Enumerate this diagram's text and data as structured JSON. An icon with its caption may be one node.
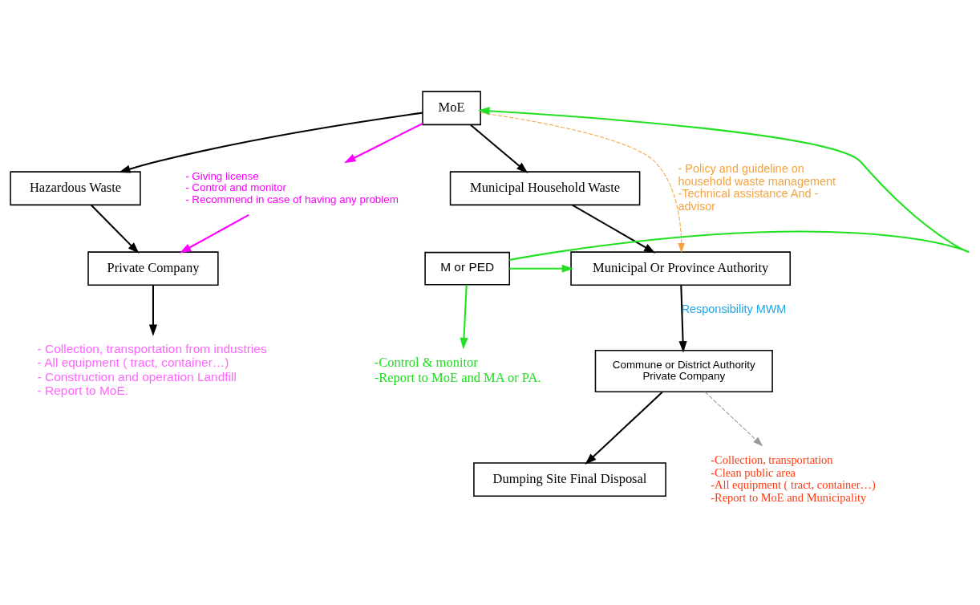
{
  "diagram": {
    "nodes": [
      {
        "text": [
          "MoE"
        ]
      },
      {
        "text": [
          "Municipal Household Waste"
        ]
      },
      {
        "text": [
          "Hazardous Waste"
        ]
      },
      {
        "text": [
          "Municipal Or Province Authority"
        ]
      },
      {
        "text": [
          "M or PED"
        ]
      },
      {
        "text": [
          "Private Company"
        ]
      },
      {
        "text": [
          "Commune or District Authority",
          "Private Company"
        ]
      },
      {
        "text": [
          "Dumping Site Final Disposal"
        ]
      },
      {
        "text": [
          "- Giving license",
          "- Control and monitor",
          "- Recommend in case of having any problem"
        ]
      },
      {
        "text": [
          "-Control & monitor",
          "-Report to MoE and MA or PA."
        ]
      },
      {
        "text": [
          "-Collection, transportation",
          "-Clean public area",
          "-All equipment ( tract, container…)",
          "-Report to MoE and Municipality"
        ]
      },
      {
        "text": [
          "- Collection, transportation from industries",
          "- All equipment ( tract, container…)",
          "- Construction and operation Landfill",
          "- Report to MoE."
        ]
      }
    ],
    "edges": [
      {
        "from": 0,
        "to": 1,
        "arrow": "to"
      },
      {
        "from": 0,
        "to": 2,
        "arrow": "to"
      },
      {
        "from": 0,
        "to": 3,
        "arrow": "to",
        "style": "dashed",
        "color": "#f4a340",
        "label": "- Policy and guideline on household waste management -Technical assistance And - advisor"
      },
      {
        "from": 0,
        "to": 8,
        "arrow": "to",
        "color": "#ff00ff"
      },
      {
        "from": 8,
        "to": 5,
        "arrow": "to",
        "color": "#ff00ff"
      },
      {
        "from": 1,
        "to": 3,
        "arrow": "to"
      },
      {
        "from": 2,
        "to": 5,
        "arrow": "to"
      },
      {
        "from": 4,
        "to": 3,
        "arrow": "to",
        "color": "#22e022"
      },
      {
        "from": 4,
        "to": 0,
        "arrow": "to",
        "color": "#22e022"
      },
      {
        "from": 4,
        "to": 9,
        "arrow": "to",
        "color": "#22e022"
      },
      {
        "from": 3,
        "to": 6,
        "arrow": "to",
        "label": "Responsibility MWM"
      },
      {
        "from": 6,
        "to": 7,
        "arrow": "to"
      },
      {
        "from": 6,
        "to": 10,
        "arrow": "to",
        "style": "dashed",
        "color": "#999999"
      },
      {
        "from": 5,
        "to": 11,
        "arrow": "to"
      }
    ]
  }
}
